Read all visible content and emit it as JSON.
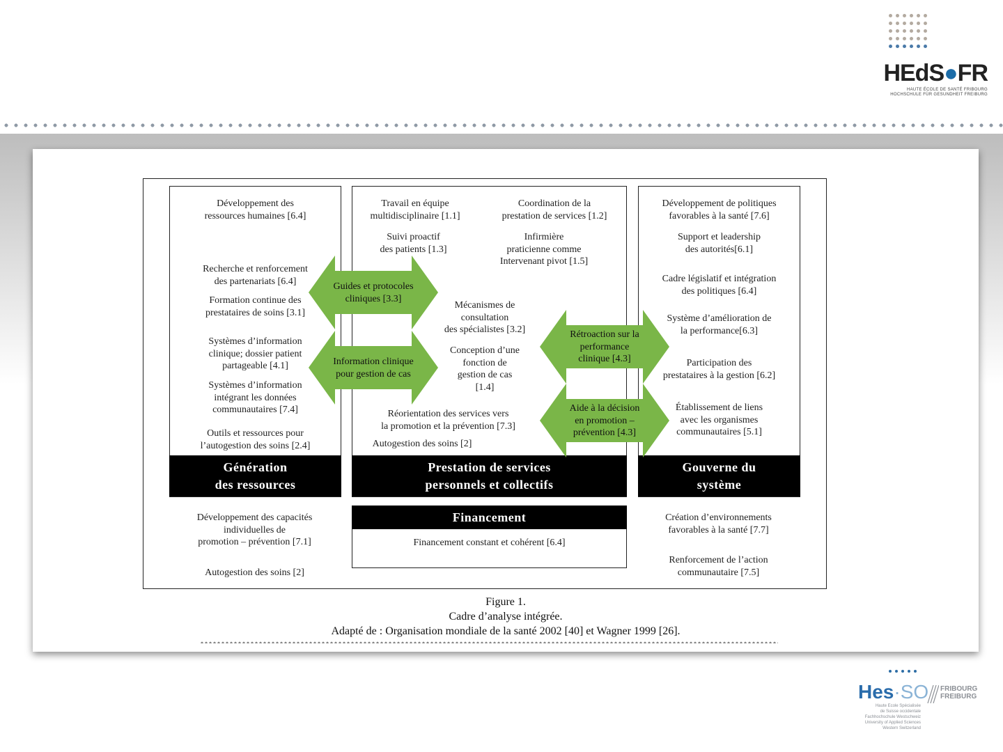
{
  "header": {
    "logo_main": "HEdS",
    "logo_fr": "FR",
    "logo_sub_1": "HAUTE ÉCOLE DE SANTÉ FRIBOURG",
    "logo_sub_2": "HOCHSCHULE FÜR GESUNDHEIT FREIBURG"
  },
  "diagram": {
    "left": {
      "items": [
        [
          "Développement des",
          "ressources humaines [6.4]"
        ],
        [
          "Recherche et renforcement",
          "des partenariats [6.4]"
        ],
        [
          "Formation continue des",
          "prestataires de soins [3.1]"
        ],
        [
          "Systèmes d’information",
          "clinique; dossier patient",
          "partageable [4.1]"
        ],
        [
          "Systèmes d’information",
          "intégrant les données",
          "communautaires [7.4]"
        ],
        [
          "Outils et ressources pour",
          "l’autogestion des soins [2.4]"
        ]
      ],
      "header": [
        "Génération",
        "des ressources"
      ],
      "below": [
        [
          "Développement des capacités",
          "individuelles de",
          "promotion – prévention [7.1]"
        ],
        [
          "Autogestion des soins [2]"
        ]
      ]
    },
    "middle": {
      "items": [
        [
          "Travail en équipe",
          "multidisciplinaire [1.1]"
        ],
        [
          "Coordination de la",
          "prestation de services [1.2]"
        ],
        [
          "Suivi proactif",
          "des patients [1.3]"
        ],
        [
          "Infirmière",
          "praticienne comme",
          "Intervenant pivot [1.5]"
        ],
        [
          "Mécanismes de",
          "consultation",
          "des spécialistes [3.2]"
        ],
        [
          "Conception d’une",
          "fonction de",
          "gestion de cas",
          "[1.4]"
        ],
        [
          "Réorientation des services vers",
          "la promotion et la prévention [7.3]"
        ],
        [
          "Autogestion des soins [2]"
        ]
      ],
      "header": [
        "Prestation de services",
        "personnels et collectifs"
      ]
    },
    "right": {
      "items": [
        [
          "Développement de politiques",
          "favorables à la santé [7.6]"
        ],
        [
          "Support et leadership",
          "des autorités[6.1]"
        ],
        [
          "Cadre législatif et intégration",
          "des politiques [6.4]"
        ],
        [
          "Système d’amélioration de",
          "la performance[6.3]"
        ],
        [
          "Participation des",
          "prestataires  à la gestion [6.2]"
        ],
        [
          "Établissement de liens",
          "avec les organismes",
          "communautaires [5.1]"
        ]
      ],
      "header": [
        "Gouverne du",
        "système"
      ],
      "below": [
        [
          "Création d’environnements",
          "favorables à la santé [7.7]"
        ],
        [
          "Renforcement de l’action",
          "communautaire [7.5]"
        ]
      ]
    },
    "financing": {
      "header": "Financement",
      "text": "Financement constant et cohérent [6.4]"
    },
    "arrows": [
      [
        "Guides et protocoles",
        "cliniques [3.3]"
      ],
      [
        "Information clinique",
        "pour gestion de cas"
      ],
      [
        "Rétroaction sur la",
        "performance",
        "clinique [4.3]"
      ],
      [
        "Aide à la décision",
        "en promotion –",
        "prévention [4.3]"
      ]
    ],
    "arrow_color": "#7ab648",
    "caption": [
      "Figure 1.",
      "Cadre d’analyse intégrée.",
      "Adapté de : Organisation mondiale de la santé 2002 [40] et Wagner 1999 [26]."
    ]
  },
  "footer": {
    "logo_hes": "Hes",
    "logo_so": "·SO",
    "logo_city_1": "FRIBOURG",
    "logo_city_2": "FREIBURG",
    "logo_sub": [
      "Haute Ecole Spécialisée",
      "de Suisse occidentale",
      "Fachhochschule Westschweiz",
      "University of Applied Sciences",
      "Western Switzerland"
    ]
  }
}
